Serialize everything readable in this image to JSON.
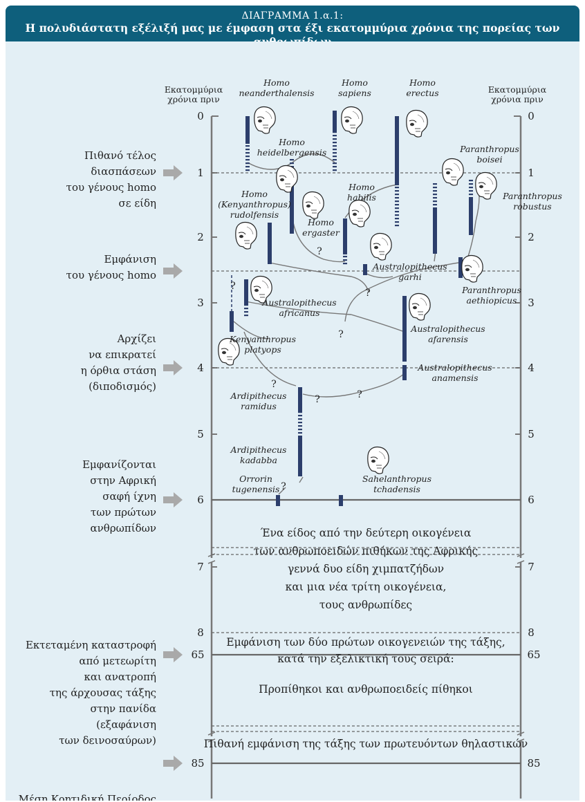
{
  "header": {
    "title": "ΔΙΑΓΡΑΜΜΑ 1.α.1:",
    "subtitle": "Η πολυδιάστατη εξέλιξή μας με έμφαση στα έξι εκατομμύρια χρόνια της πορείας των ανθρωπίδων"
  },
  "axis_label": [
    "Εκατομμύρια",
    "χρόνια πριν"
  ],
  "ticks": [
    "0",
    "1",
    "2",
    "3",
    "4",
    "5",
    "6",
    "7",
    "8",
    "65",
    "85"
  ],
  "events": [
    {
      "lines": [
        "Πιθανό τέλος",
        "διασπάσεων",
        "του γένους homo",
        "σε είδη"
      ]
    },
    {
      "lines": [
        "Εμφάνιση",
        "του γένους homo"
      ]
    },
    {
      "lines": [
        "Αρχίζει",
        "να επικρατεί",
        "η όρθια στάση",
        "(διποδισμός)"
      ]
    },
    {
      "lines": [
        "Εμφανίζονται",
        "στην Αφρική",
        "σαφή ίχνη",
        "των πρώτων",
        "ανθρωπίδων"
      ]
    },
    {
      "lines": [
        "Εκτεταμένη καταστροφή",
        "από μετεωρίτη",
        "και ανατροπή",
        "της άρχουσας τάξης",
        "στην πανίδα",
        "(εξαφάνιση",
        "των δεινοσαύρων)"
      ]
    },
    {
      "lines": [
        "Μέση Κρητιδική Περίοδος"
      ]
    }
  ],
  "species": [
    {
      "id": "h_neanderthalensis",
      "lines": [
        "Homo",
        "neanderthalensis"
      ]
    },
    {
      "id": "h_sapiens",
      "lines": [
        "Homo",
        "sapiens"
      ]
    },
    {
      "id": "h_erectus",
      "lines": [
        "Homo",
        "erectus"
      ]
    },
    {
      "id": "h_heidelbergensis",
      "lines": [
        "Homo",
        "heidelbergensis"
      ]
    },
    {
      "id": "p_boisei",
      "lines": [
        "Paranthropus",
        "boisei"
      ]
    },
    {
      "id": "p_robustus",
      "lines": [
        "Paranthropus",
        "robustus"
      ]
    },
    {
      "id": "h_habilis",
      "lines": [
        "Homo",
        "habilis"
      ]
    },
    {
      "id": "h_rudolfensis",
      "lines": [
        "Homo",
        "(Kenyanthropus)",
        "rudolfensis"
      ]
    },
    {
      "id": "h_ergaster",
      "lines": [
        "Homo",
        "ergaster"
      ]
    },
    {
      "id": "a_garhi",
      "lines": [
        "Australopithecus",
        "garhi"
      ]
    },
    {
      "id": "p_aethiopicus",
      "lines": [
        "Paranthropus",
        "aethiopicus"
      ]
    },
    {
      "id": "a_africanus",
      "lines": [
        "Australopithecus",
        "africanus"
      ]
    },
    {
      "id": "a_afarensis",
      "lines": [
        "Australopithecus",
        "afarensis"
      ]
    },
    {
      "id": "k_platyops",
      "lines": [
        "Kenyanthropus",
        "platyops"
      ]
    },
    {
      "id": "a_anamensis",
      "lines": [
        "Australopithecus",
        "anamensis"
      ]
    },
    {
      "id": "a_ramidus",
      "lines": [
        "Ardipithecus",
        "ramidus"
      ]
    },
    {
      "id": "a_kadabba",
      "lines": [
        "Ardipithecus",
        "kadabba"
      ]
    },
    {
      "id": "o_tugenensis",
      "lines": [
        "Orrorin",
        "tugenensis"
      ]
    },
    {
      "id": "s_tchadensis",
      "lines": [
        "Sahelanthropus",
        "tchadensis"
      ]
    }
  ],
  "unknown_mark": "?",
  "center_text": {
    "block1": [
      "Ένα είδος από την δεύτερη οικογένεια",
      "των ανθρωποειδών πιθήκων της Αφρικής",
      "γεννά δυο είδη χιμπατζήδων",
      "και μια νέα τρίτη οικογένεια,",
      "τους ανθρωπίδες"
    ],
    "block2": [
      "Εμφάνιση των δύο πρώτων οικογενειών της τάξης,",
      "κατά την εξελικτική τους σειρά:"
    ],
    "block3": "Προπίθηκοι και ανθρωποειδείς πίθηκοι",
    "block4": "Πιθανή εμφάνιση της τάξης των πρωτευόντων θηλαστικών"
  },
  "chart_data": {
    "type": "timeline",
    "axis": "Εκατομμύρια χρόνια πριν",
    "ticks": [
      0,
      1,
      2,
      3,
      4,
      5,
      6,
      7,
      8,
      65,
      85
    ],
    "events": [
      {
        "at_mya": 1,
        "label": "Πιθανό τέλος διασπάσεων του γένους homo σε είδη"
      },
      {
        "at_mya": 2.5,
        "label": "Εμφάνιση του γένους homo"
      },
      {
        "at_mya": 4,
        "label": "Αρχίζει να επικρατεί η όρθια στάση (διποδισμός)"
      },
      {
        "at_mya": 6,
        "label": "Εμφανίζονται στην Αφρική σαφή ίχνη των πρώτων ανθρωπίδων"
      },
      {
        "at_mya": 65,
        "label": "Εκτεταμένη καταστροφή από μετεωρίτη και ανατροπή της άρχουσας τάξης στην πανίδα (εξαφάνιση των δεινοσαύρων)"
      },
      {
        "at_mya": 85,
        "label": "Μέση Κρητιδική Περίοδος"
      }
    ],
    "lineages": [
      {
        "id": "h_neanderthalensis",
        "solid": [
          0,
          0.55
        ],
        "dashed": [
          0.55,
          1
        ]
      },
      {
        "id": "h_sapiens",
        "solid": [
          0,
          0.4
        ],
        "dashed": [
          0.4,
          1
        ]
      },
      {
        "id": "h_erectus",
        "solid": [
          0,
          1.2
        ],
        "dashed": [
          1.2,
          1.95
        ]
      },
      {
        "id": "h_heidelbergensis",
        "dashed": [
          0.7,
          1.2
        ],
        "solid": [
          1.2,
          2.1
        ]
      },
      {
        "id": "p_boisei",
        "dashed": [
          1.2,
          1.6
        ],
        "solid": [
          1.6,
          2.3
        ]
      },
      {
        "id": "p_robustus",
        "dashed": [
          1.15,
          1.45
        ],
        "solid": [
          1.45,
          2.0
        ]
      },
      {
        "id": "h_habilis",
        "solid": [
          1.7,
          2.25
        ],
        "dashed": [
          2.25,
          2.45
        ]
      },
      {
        "id": "h_rudolfensis",
        "solid": [
          1.8,
          2.35
        ]
      },
      {
        "id": "a_garhi",
        "solid": [
          2.45,
          2.6
        ]
      },
      {
        "id": "p_aethiopicus",
        "solid": [
          2.3,
          2.65
        ]
      },
      {
        "id": "a_africanus",
        "solid": [
          2.65,
          3.1
        ],
        "dashed": [
          3.1,
          3.3
        ]
      },
      {
        "id": "a_afarensis",
        "solid": [
          2.9,
          3.8
        ]
      },
      {
        "id": "k_platyops",
        "solid": [
          3.2,
          3.5
        ]
      },
      {
        "id": "a_anamensis",
        "solid": [
          3.95,
          4.15
        ]
      },
      {
        "id": "a_ramidus",
        "solid": [
          4.3,
          4.55
        ],
        "dashed": [
          4.55,
          5.0
        ]
      },
      {
        "id": "a_kadabba",
        "solid": [
          5.0,
          5.6
        ]
      },
      {
        "id": "o_tugenensis",
        "solid": [
          5.9,
          6.05
        ]
      },
      {
        "id": "s_tchadensis",
        "solid": [
          5.9,
          6.05
        ]
      }
    ],
    "colors": {
      "bar": "#2c3e6b",
      "line": "#666666",
      "header": "#0e5f7c",
      "panel": "#e3eff5",
      "arrow": "#a9a9a9"
    }
  }
}
